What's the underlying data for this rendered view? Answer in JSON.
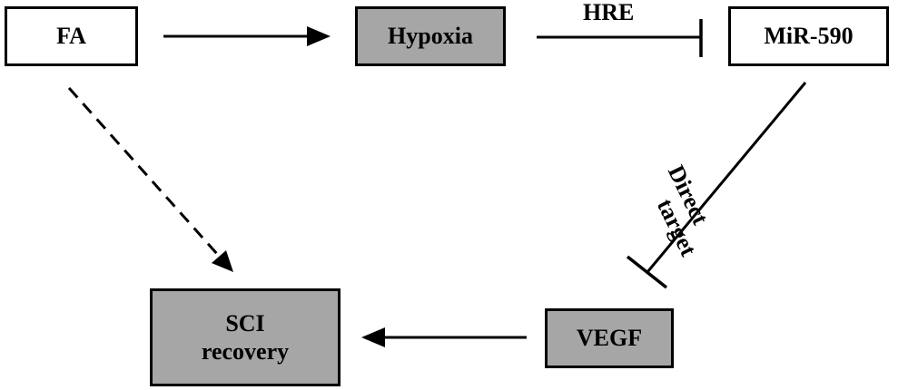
{
  "nodes": {
    "fa": "FA",
    "hypoxia": "Hypoxia",
    "mir590": "MiR-590",
    "vegf": "VEGF",
    "sci_line1": "SCI",
    "sci_line2": "recovery"
  },
  "edge_labels": {
    "hre": "HRE",
    "direct": "Direct",
    "target": "target"
  },
  "colors": {
    "gray_box": "#a6a6a6",
    "white_box": "#ffffff",
    "stroke": "#000000"
  }
}
